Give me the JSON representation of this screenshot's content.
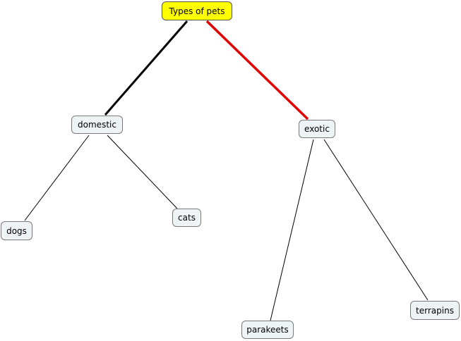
{
  "nodes": {
    "root": {
      "label": "Types of pets",
      "fill": "#ffff00"
    },
    "domestic": {
      "label": "domestic"
    },
    "exotic": {
      "label": "exotic"
    },
    "dogs": {
      "label": "dogs"
    },
    "cats": {
      "label": "cats"
    },
    "parakeets": {
      "label": "parakeets"
    },
    "terrapins": {
      "label": "terrapins"
    }
  },
  "node_fill": "#eef3f6",
  "connectors": [
    {
      "from": "root",
      "to": "domestic",
      "color": "#000000",
      "weight": "bold"
    },
    {
      "from": "root",
      "to": "exotic",
      "color": "#e00000",
      "weight": "bold"
    },
    {
      "from": "domestic",
      "to": "dogs",
      "color": "#000000",
      "weight": "thin"
    },
    {
      "from": "domestic",
      "to": "cats",
      "color": "#000000",
      "weight": "thin"
    },
    {
      "from": "exotic",
      "to": "parakeets",
      "color": "#000000",
      "weight": "thin"
    },
    {
      "from": "exotic",
      "to": "terrapins",
      "color": "#000000",
      "weight": "thin"
    }
  ]
}
